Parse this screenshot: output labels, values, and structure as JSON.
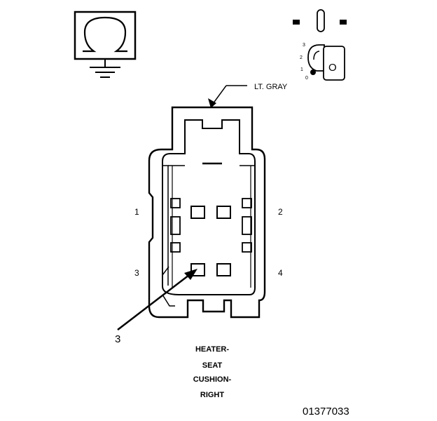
{
  "wire_color_label": "LT. GRAY",
  "pin_numbers": {
    "pin1": "1",
    "pin2": "2",
    "pin3": "3",
    "pin4": "4"
  },
  "callout_number": "3",
  "connector_title": {
    "line1": "HEATER-",
    "line2": "SEAT",
    "line3": "CUSHION-",
    "line4": "RIGHT"
  },
  "figure_code": "01377033",
  "ignition_positions": {
    "p3": "3",
    "p2": "2",
    "p1": "1",
    "p0": "0"
  },
  "ignition_key_letter": "O",
  "icons": {
    "ground_symbol": "heated-seat-ground-icon",
    "ignition_key": "ignition-key-icon"
  }
}
